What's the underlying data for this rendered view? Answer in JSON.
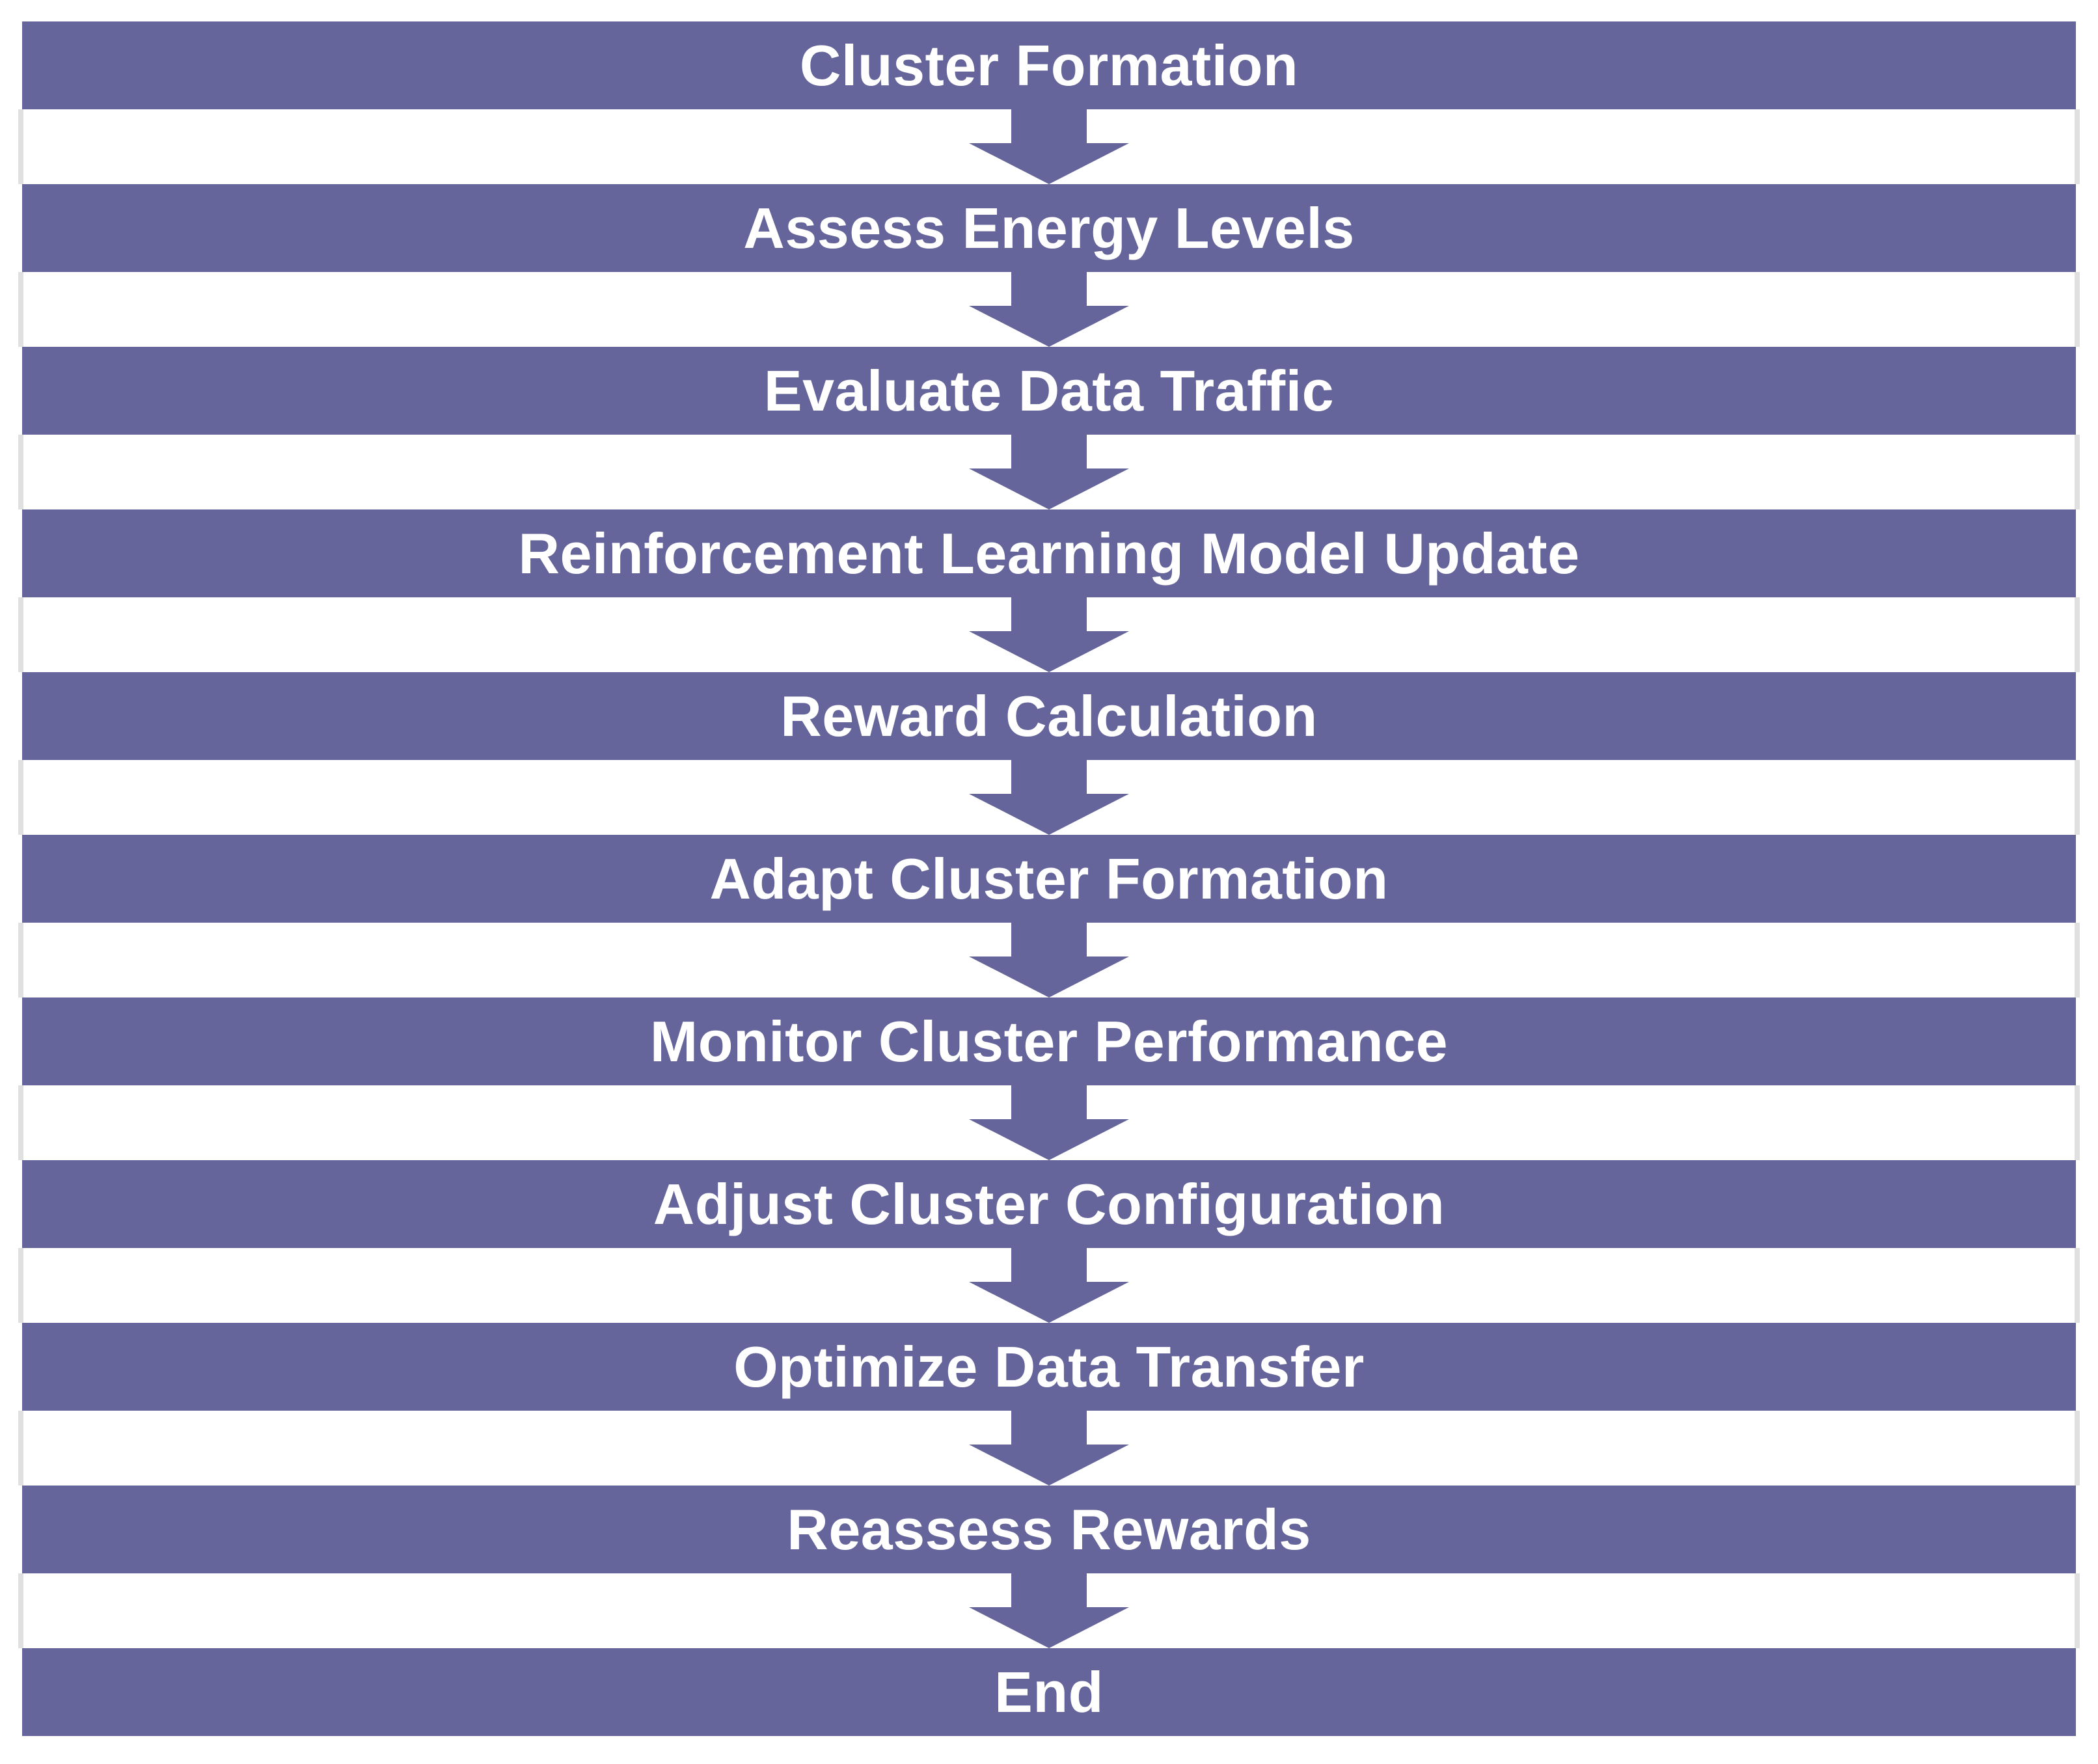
{
  "diagram": {
    "type": "flowchart",
    "direction": "top-down",
    "connector": "block-down-arrow",
    "nodes": [
      {
        "label": "Cluster Formation"
      },
      {
        "label": "Assess Energy Levels"
      },
      {
        "label": "Evaluate Data Traffic"
      },
      {
        "label": "Reinforcement Learning Model Update"
      },
      {
        "label": "Reward Calculation"
      },
      {
        "label": "Adapt Cluster Formation"
      },
      {
        "label": "Monitor Cluster Performance"
      },
      {
        "label": "Adjust Cluster Configuration"
      },
      {
        "label": "Optimize Data Transfer"
      },
      {
        "label": "Reassess Rewards"
      },
      {
        "label": "End"
      }
    ],
    "colors": {
      "node_fill": "#65659B",
      "node_text": "#FFFFFF",
      "arrow": "#65659B",
      "panel_border": "#E0E0E0",
      "background": "#FFFFFF"
    }
  }
}
